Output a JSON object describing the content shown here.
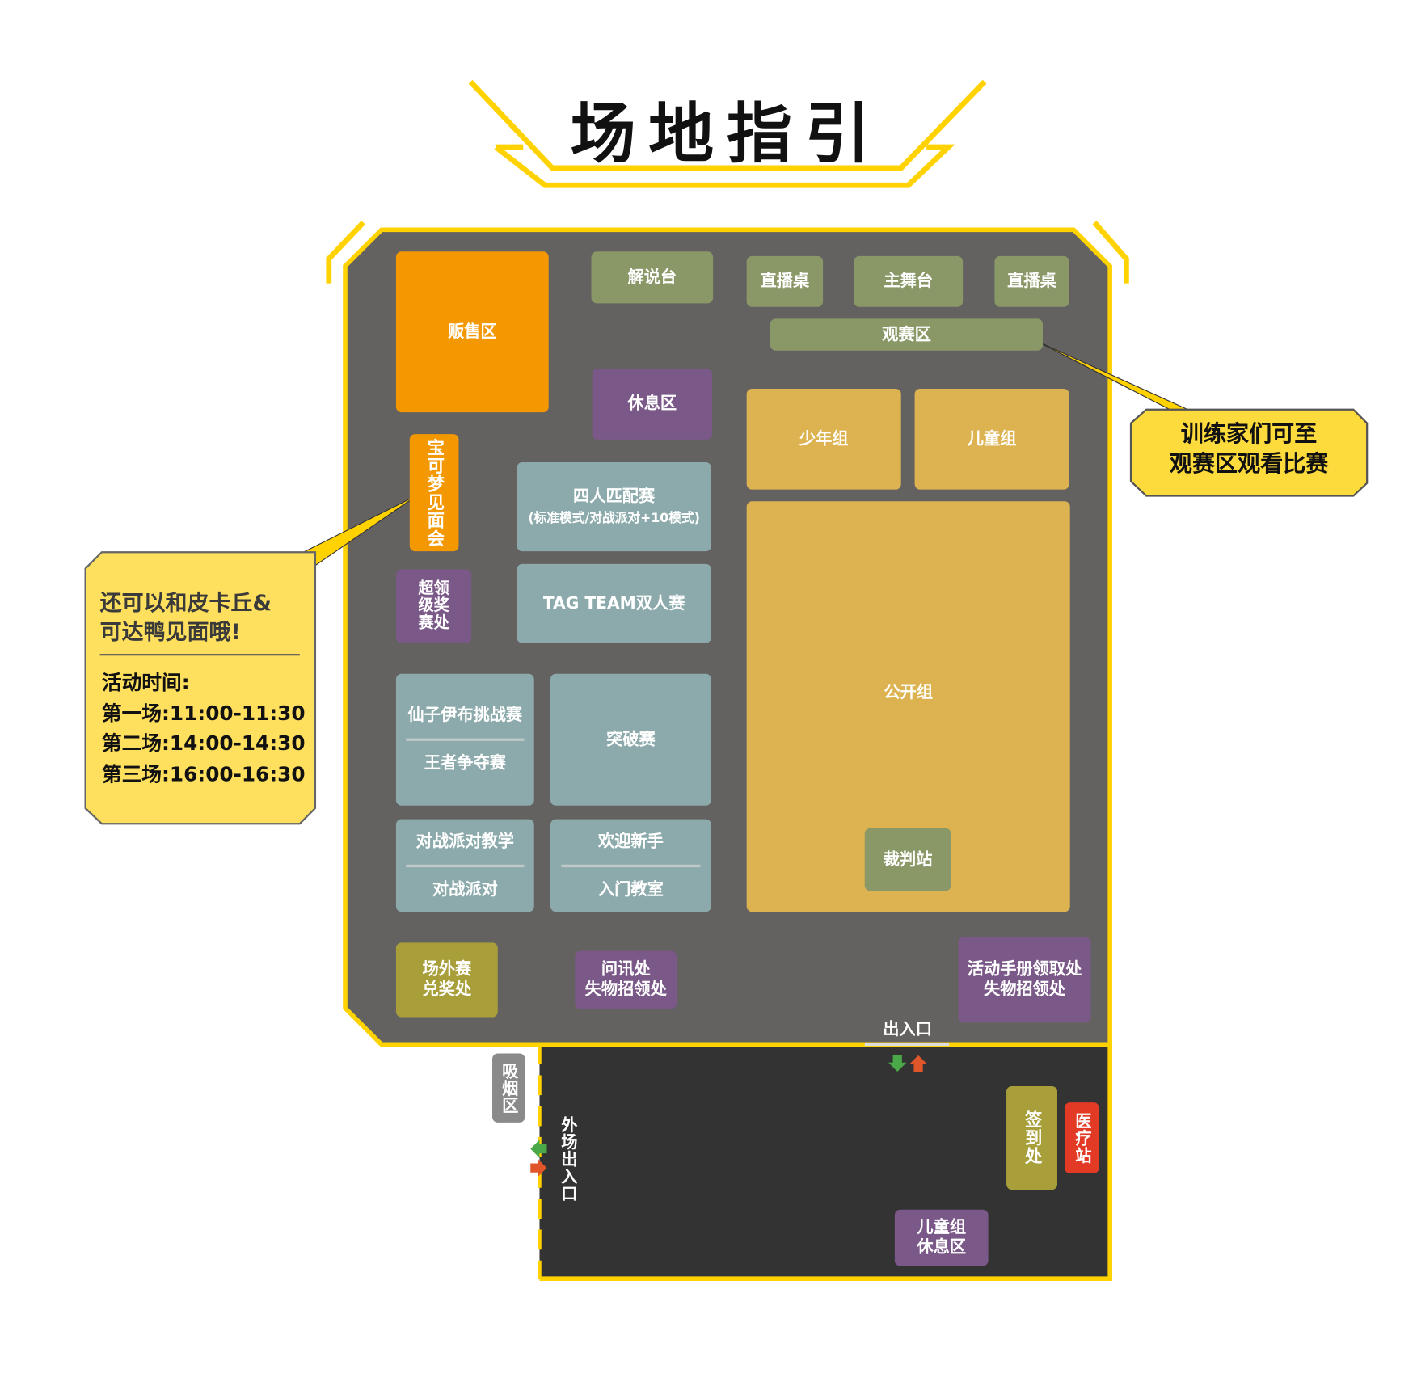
{
  "title": "场地指引",
  "areas": {
    "sales": "贩售区",
    "commentary": "解说台",
    "stream_left": "直播桌",
    "main_stage": "主舞台",
    "stream_right": "直播桌",
    "viewing": "观赛区",
    "rest": "休息区",
    "junior": "少年组",
    "children": "儿童组",
    "meetup": "宝可梦见面会",
    "four_player": "四人匹配赛",
    "four_player_sub": "(标准模式/对战派对+10模式)",
    "prize": "超领\n级奖\n赛处",
    "tag_team": "TAG TEAM双人赛",
    "open": "公开组",
    "referee": "裁判站",
    "eevee": "仙子伊布挑战赛",
    "king": "王者争夺赛",
    "breakthrough": "突破赛",
    "party_teach": "对战派对教学",
    "party": "对战派对",
    "welcome": "欢迎新手",
    "beginner": "入门教室",
    "outside_prize": "场外赛\n兑奖处",
    "info": "问讯处\n失物招领处",
    "handbook": "活动手册领取处\n失物招领处",
    "entrance": "出入口",
    "smoking": "吸烟区",
    "outer_entrance": "外场出入口",
    "checkin": "签到处",
    "medical": "医疗站",
    "children_rest": "儿童组\n休息区"
  },
  "callout_left": {
    "headline": "还可以和皮卡丘&\n可达鸭见面哦!",
    "time_label": "活动时间:",
    "sessions": [
      "第一场:11:00-11:30",
      "第二场:14:00-14:30",
      "第三场:16:00-16:30"
    ]
  },
  "callout_right": {
    "text": "训练家们可至\n观赛区观看比赛"
  },
  "colors": {
    "accent": "#ffd200",
    "floor": "#646260",
    "outdoor": "#333333"
  }
}
